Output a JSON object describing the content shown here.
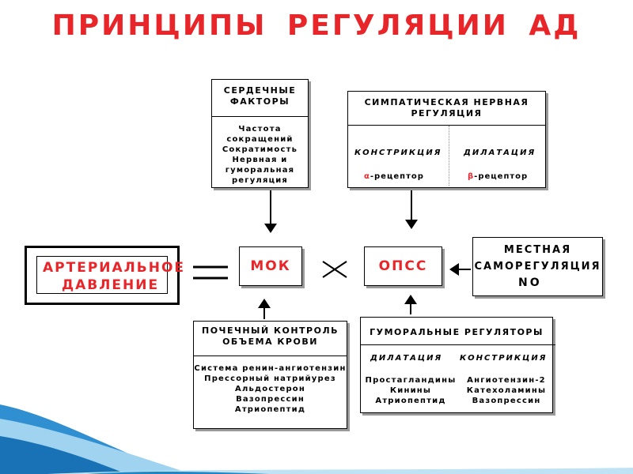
{
  "title": "ПРИНЦИПЫ  РЕГУЛЯЦИИ  АД",
  "cardiac": {
    "header": [
      "СЕРДЕЧНЫЕ",
      "ФАКТОРЫ"
    ],
    "lines": [
      "Частота сокращений",
      "Сократимость",
      "Нервная  и",
      "гуморальная",
      "регуляция"
    ]
  },
  "sympathetic": {
    "header": [
      "СИМПАТИЧЕСКАЯ  НЕРВНАЯ",
      "РЕГУЛЯЦИЯ"
    ],
    "constriction": "КОНСТРИКЦИЯ",
    "dilation": "ДИЛАТАЦИЯ",
    "alpha_symbol": "α",
    "alpha_label": "-рецептор",
    "beta_symbol": "β",
    "beta_label": "-рецептор"
  },
  "main": {
    "bp_lines": [
      "АРТЕРИАЛЬНОЕ",
      "ДАВЛЕНИЕ"
    ],
    "equals": "=",
    "mok": "МОК",
    "times": "×",
    "opss": "ОПСС"
  },
  "local": {
    "lines": [
      "МЕСТНАЯ",
      "САМОРЕГУЛЯЦИЯ"
    ],
    "no": "NO"
  },
  "renal": {
    "header": [
      "ПОЧЕЧНЫЙ КОНТРОЛЬ",
      "ОБЪЕМА КРОВИ"
    ],
    "lines": [
      "Система ренин-ангиотензин",
      "Прессорный натрийурез",
      "Альдостерон",
      "Вазопрессин",
      "Атриопептид"
    ]
  },
  "humoral": {
    "header": "ГУМОРАЛЬНЫЕ  РЕГУЛЯТОРЫ",
    "dilation": "ДИЛАТАЦИЯ",
    "constriction": "КОНСТРИКЦИЯ",
    "left_lines": [
      "Простагландины",
      "Кинины",
      "Атриопептид"
    ],
    "right_lines": [
      "Ангиотензин-2",
      "Катехоламины",
      "Вазопрессин"
    ]
  },
  "colors": {
    "title_red": "#e8262a",
    "deco_blue": "#1f86c6",
    "deco_light": "#bfe3f5"
  }
}
